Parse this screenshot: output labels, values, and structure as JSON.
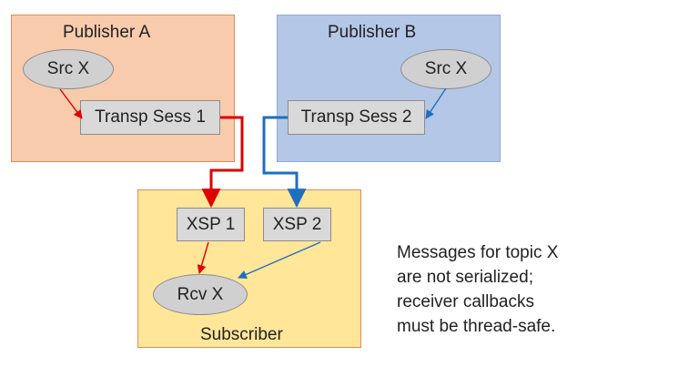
{
  "publisher_a": {
    "title": "Publisher A",
    "source": "Src X",
    "session": "Transp Sess 1"
  },
  "publisher_b": {
    "title": "Publisher B",
    "source": "Src X",
    "session": "Transp Sess 2"
  },
  "subscriber": {
    "title": "Subscriber",
    "xsp1": "XSP 1",
    "xsp2": "XSP 2",
    "receiver": "Rcv X"
  },
  "note": {
    "lines": [
      "Messages for topic X",
      "are not serialized;",
      "receiver callbacks",
      "must be thread-safe."
    ]
  },
  "colors": {
    "path_a": "#e00000",
    "path_b": "#1f6fbf"
  }
}
